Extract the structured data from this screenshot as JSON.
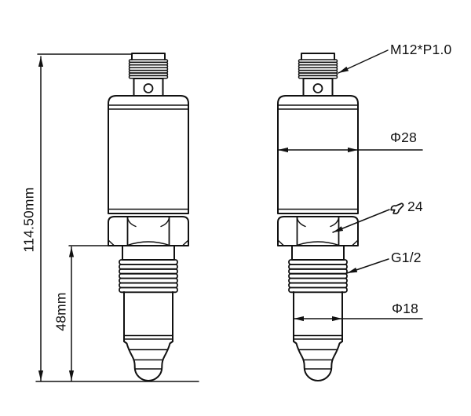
{
  "canvas": {
    "background": "#ffffff",
    "line_color": "#111111"
  },
  "dimensions": {
    "total_height": "114.50mm",
    "lower_section_height": "48mm"
  },
  "callouts": {
    "top_thread": "M12*P1.0",
    "body_diameter": "Φ28",
    "wrench_size": "24",
    "process_thread": "G1/2",
    "probe_diameter": "Φ18"
  },
  "icons": {
    "wrench_icon": "open-end-wrench"
  }
}
